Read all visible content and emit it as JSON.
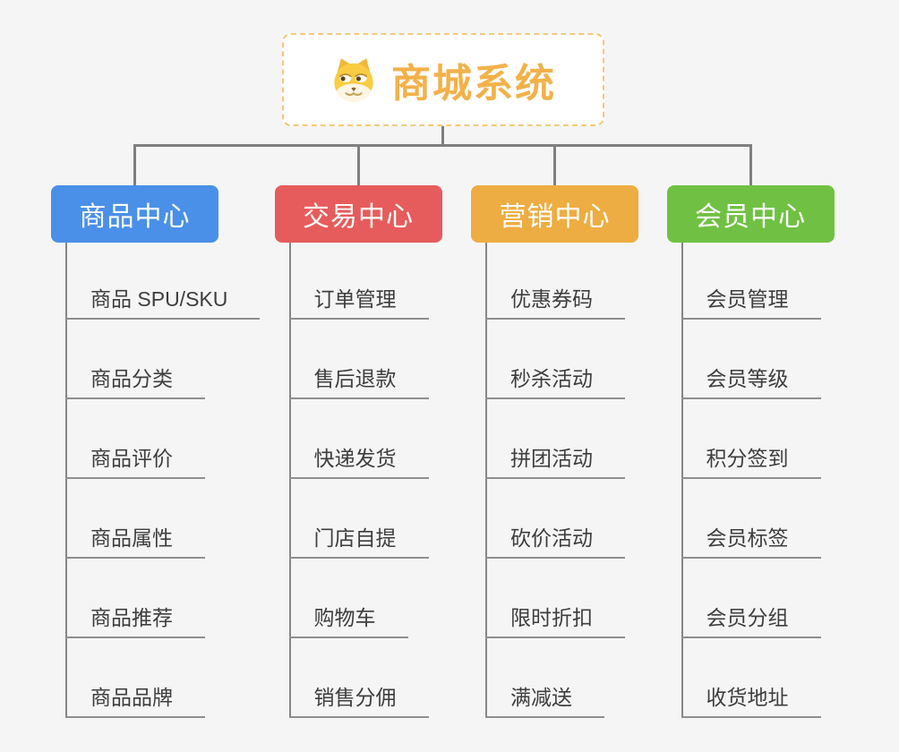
{
  "page": {
    "background_color": "#f5f5f5"
  },
  "root": {
    "label": "商城系统",
    "icon": "doge-face-icon",
    "text_color": "#f2b14a",
    "border_color": "#f4c87e",
    "background_color": "#ffffff"
  },
  "connectors": {
    "tree_line_color": "#7f7f7f",
    "item_line_color": "#8f8f8f"
  },
  "item_text_color": "#3e3e3e",
  "branches": [
    {
      "label": "商品中心",
      "color": "#4a90e8",
      "children": [
        "商品 SPU/SKU",
        "商品分类",
        "商品评价",
        "商品属性",
        "商品推荐",
        "商品品牌"
      ]
    },
    {
      "label": "交易中心",
      "color": "#e65c5c",
      "children": [
        "订单管理",
        "售后退款",
        "快递发货",
        "门店自提",
        "购物车",
        "销售分佣"
      ]
    },
    {
      "label": "营销中心",
      "color": "#eead42",
      "children": [
        "优惠券码",
        "秒杀活动",
        "拼团活动",
        "砍价活动",
        "限时折扣",
        "满减送"
      ]
    },
    {
      "label": "会员中心",
      "color": "#70c143",
      "children": [
        "会员管理",
        "会员等级",
        "积分签到",
        "会员标签",
        "会员分组",
        "收货地址"
      ]
    }
  ]
}
